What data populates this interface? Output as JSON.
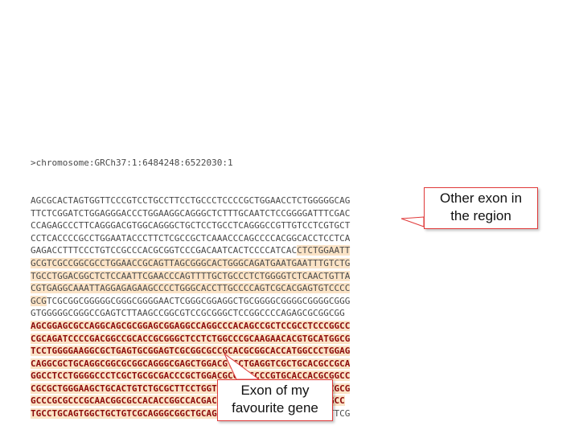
{
  "header": ">chromosome:GRCh37:1:6484248:6522030:1",
  "lines": [
    {
      "pre": "AGCGCACTAGTGGTTCCCGTCCTGCCTTCCTGCCCTCCCCGCTGGAACCTCTGGGGGCAG",
      "hl": "",
      "bold": "",
      "post": ""
    },
    {
      "pre": "TTCTCGGATCTGGAGGGACCCTGGAAGGCAGGGCTCTTTGCAATCTCCGGGGATTTCGAC",
      "hl": "",
      "bold": "",
      "post": ""
    },
    {
      "pre": "CCAGAGCCCTTCAGGGACGTGGCAGGGCTGCTCCTGCCTCAGGGCCGTTGTCCTCGTGCT",
      "hl": "",
      "bold": "",
      "post": ""
    },
    {
      "pre": "CCTCACCCCGCCTGGAATACCCTTCTCGCCGCTCAAACCCAGCCCCACGGCACCTCCTCA",
      "hl": "",
      "bold": "",
      "post": ""
    },
    {
      "pre": "GAGACCTTTCCCTGTCCGCCCACGCGGTCCCGACAATCACTCCCCATCAC",
      "hl": "CTCTGGAATT",
      "bold": "",
      "post": ""
    },
    {
      "pre": "",
      "hl": "GCGTCGCCGGCGCCTGGAACCGCAGTTAGCGGGCACTGGGCAGATGAATGAATTTGTCTG",
      "bold": "",
      "post": ""
    },
    {
      "pre": "",
      "hl": "TGCCTGGACGGCTCTCCAATTCGAACCCAGTTTTGCTGCCCTCTGGGGTCTCAACTGTTA",
      "bold": "",
      "post": ""
    },
    {
      "pre": "",
      "hl": "CGTGAGGCAAATTAGGAGAGAAGCCCCTGGGCACCTTGCCCCAGTCGCACGAGTGTCCCC",
      "bold": "",
      "post": ""
    },
    {
      "pre": "",
      "hl": "GCG",
      "bold": "",
      "post": "TCGCGGCGGGGGCGGGCGGGGAACTCGGGCGGAGGCTGCGGGGCGGGGCGGGGCGGG"
    },
    {
      "pre": "GTGGGGGCGGGCCGAGTCTTAAGCCGGCGTCCGCGGGCTCCGGCCCCAGAGCGCGGCGG",
      "hl": "",
      "bold": "",
      "post": ""
    },
    {
      "pre": "",
      "hl": "",
      "bold": "AGCGGAGCGCCAGGCAGCGCGGAGCGGAGGCCAGGCCCACAGCCGCTCCGCCTCCCGGCC",
      "post": ""
    },
    {
      "pre": "",
      "hl": "",
      "bold": "CGCAGATCCCCGACGGCCGCACCGCGGGCTCCTCTGGCCCGCAAGAACACGTGCATGGCG",
      "post": ""
    },
    {
      "pre": "",
      "hl": "",
      "bold": "TCCTGGGGAAGGCGCTGAGTGCGGAGTCGCGGCGCCGCACGCGGCACCATGGCCCTGGAG",
      "post": ""
    },
    {
      "pre": "",
      "hl": "",
      "bold": "CAGGCGCTGCAGGCGGCGCGGCAGGGCGAGCTGGACGTGCTGAGGTCGCTGCACGCCGCA",
      "post": ""
    },
    {
      "pre": "",
      "hl": "",
      "bold": "GGCCTCCTGGGGCCCTCGCTGCGCGACCCGCTGGACGCGCTGCCCGTGCACCACGCGGCC",
      "post": ""
    },
    {
      "pre": "",
      "hl": "",
      "bold": "CGCGCTGGGAAGCTGCACTGTCTGCGCTTCCTGGTGGAGGAAGCCGCCCTCCCCGCCGCG",
      "post": ""
    },
    {
      "pre": "",
      "hl": "",
      "bold": "GCCCGCGCCCGCAACGGCGCCACACCGGCCACGACGCCTCCGCCACCGGCCACCTCGCC",
      "post": ""
    },
    {
      "pre": "",
      "hl": "",
      "bold": "TGCCTGCAGTGGCTGCTGTCGCAGGGCGGCTGCAGAGTGCAG",
      "post": "GTGGGTCCGCGCGGTTCG"
    }
  ],
  "callouts": {
    "other_exon": {
      "line1": "Other exon in",
      "line2": "the region"
    },
    "favourite_gene": {
      "line1": "Exon of my",
      "line2": "favourite gene"
    }
  },
  "colors": {
    "highlight": "#fbe3c6",
    "bold_text": "#8b0a0a",
    "callout_border": "#e03a3a"
  }
}
